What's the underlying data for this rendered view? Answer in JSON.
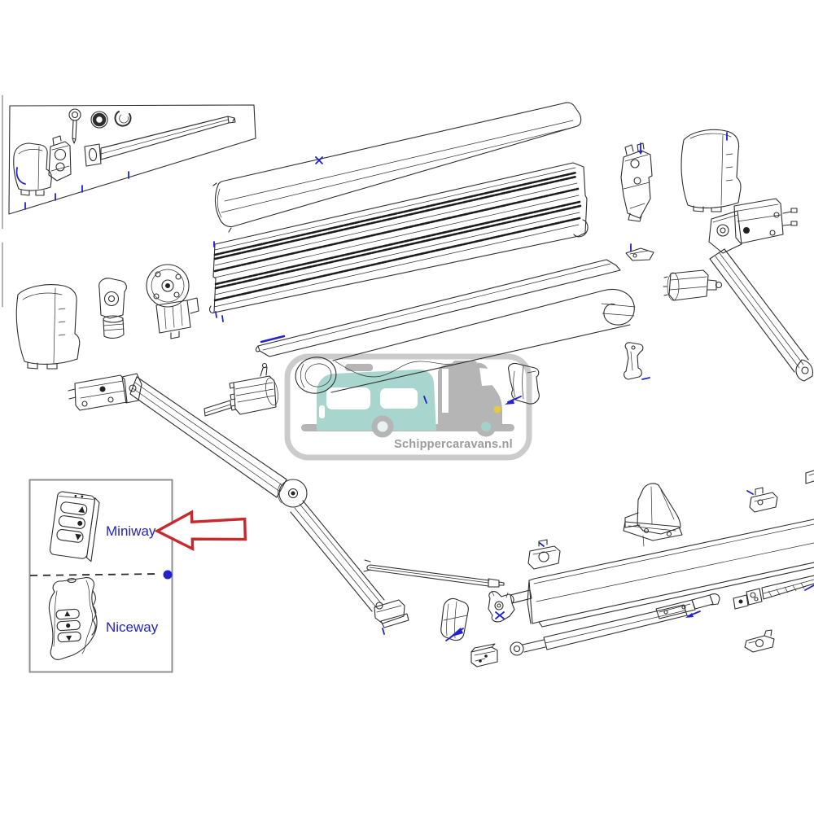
{
  "watermark": {
    "text": "Schippercaravans.nl"
  },
  "remote_panel": {
    "miniway_label": "Miniway",
    "niceway_label": "Niceway"
  },
  "colors": {
    "line": "#2e2e2e",
    "accent_blue": "#2323cc",
    "label_blue": "#2424bb",
    "arrow_red": "#c8292d",
    "watermark_teal": "#a8d5ce",
    "watermark_gray": "#b5b5b5",
    "watermark_text": "#9b9b9b",
    "headlight_yellow": "#e6c93e",
    "panel_border": "#8f8f8f",
    "background": "#ffffff"
  }
}
